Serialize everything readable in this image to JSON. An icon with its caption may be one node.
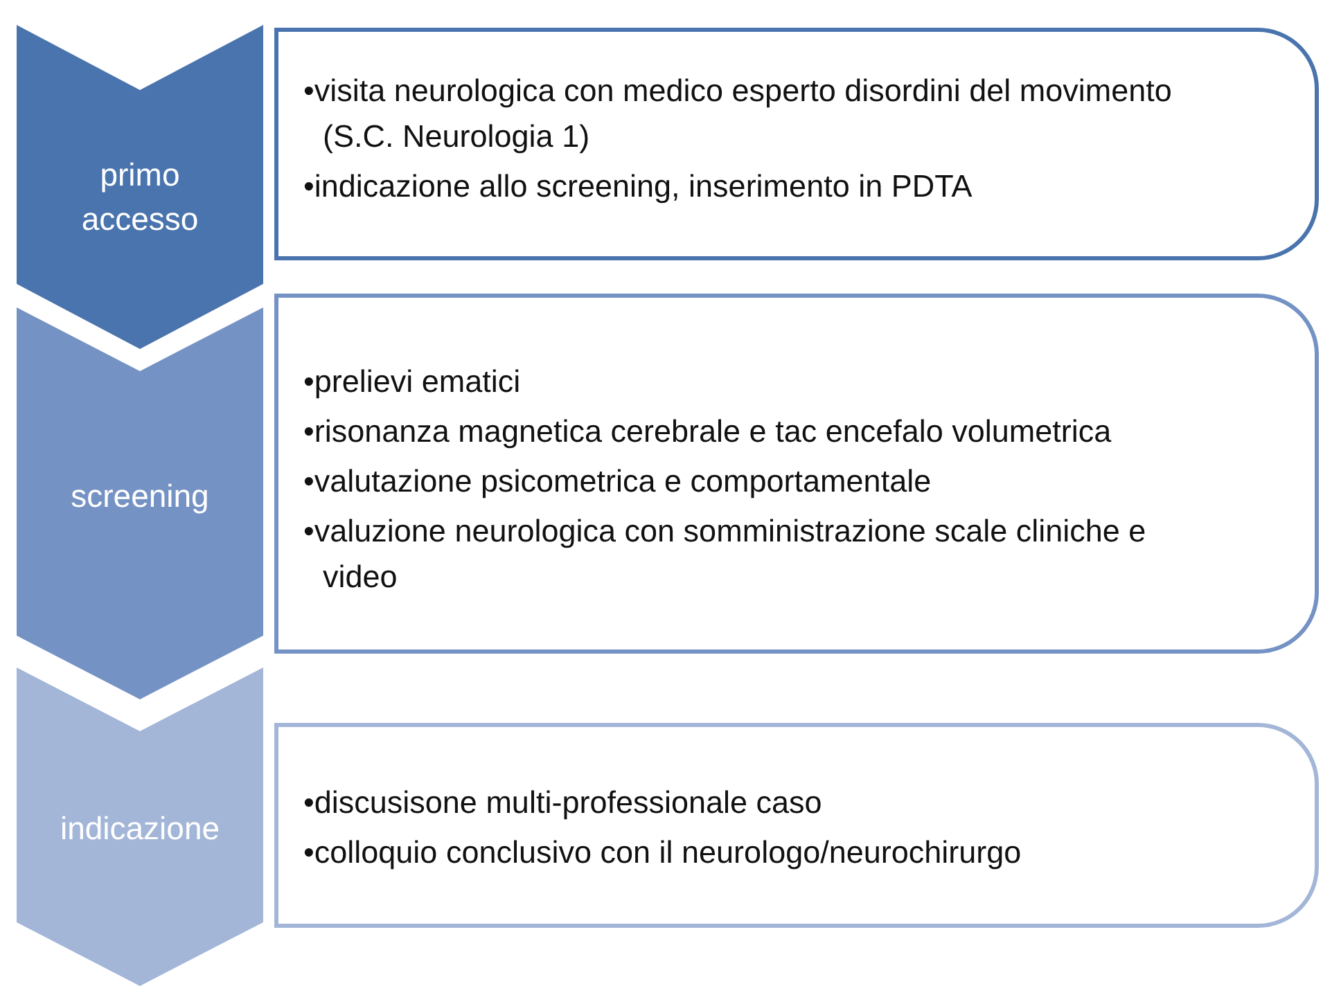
{
  "diagram": {
    "nodes": [
      {
        "text": [
          "primo accesso"
        ]
      },
      {
        "text": [
          "•visita neurologica con medico esperto disordini del movimento (S.C. Neurologia 1)",
          "•indicazione allo screening, inserimento in PDTA"
        ]
      },
      {
        "text": [
          "screening"
        ]
      },
      {
        "text": [
          "•prelievi ematici",
          "•risonanza magnetica cerebrale e tac encefalo volumetrica",
          "•valutazione psicometrica e comportamentale",
          "•valuzione neurologica con somministrazione scale cliniche e video"
        ]
      },
      {
        "text": [
          "indicazione"
        ]
      },
      {
        "text": [
          "•discusisone multi-professionale caso",
          "•colloquio conclusivo con il neurologo/neurochirurgo"
        ]
      }
    ]
  }
}
